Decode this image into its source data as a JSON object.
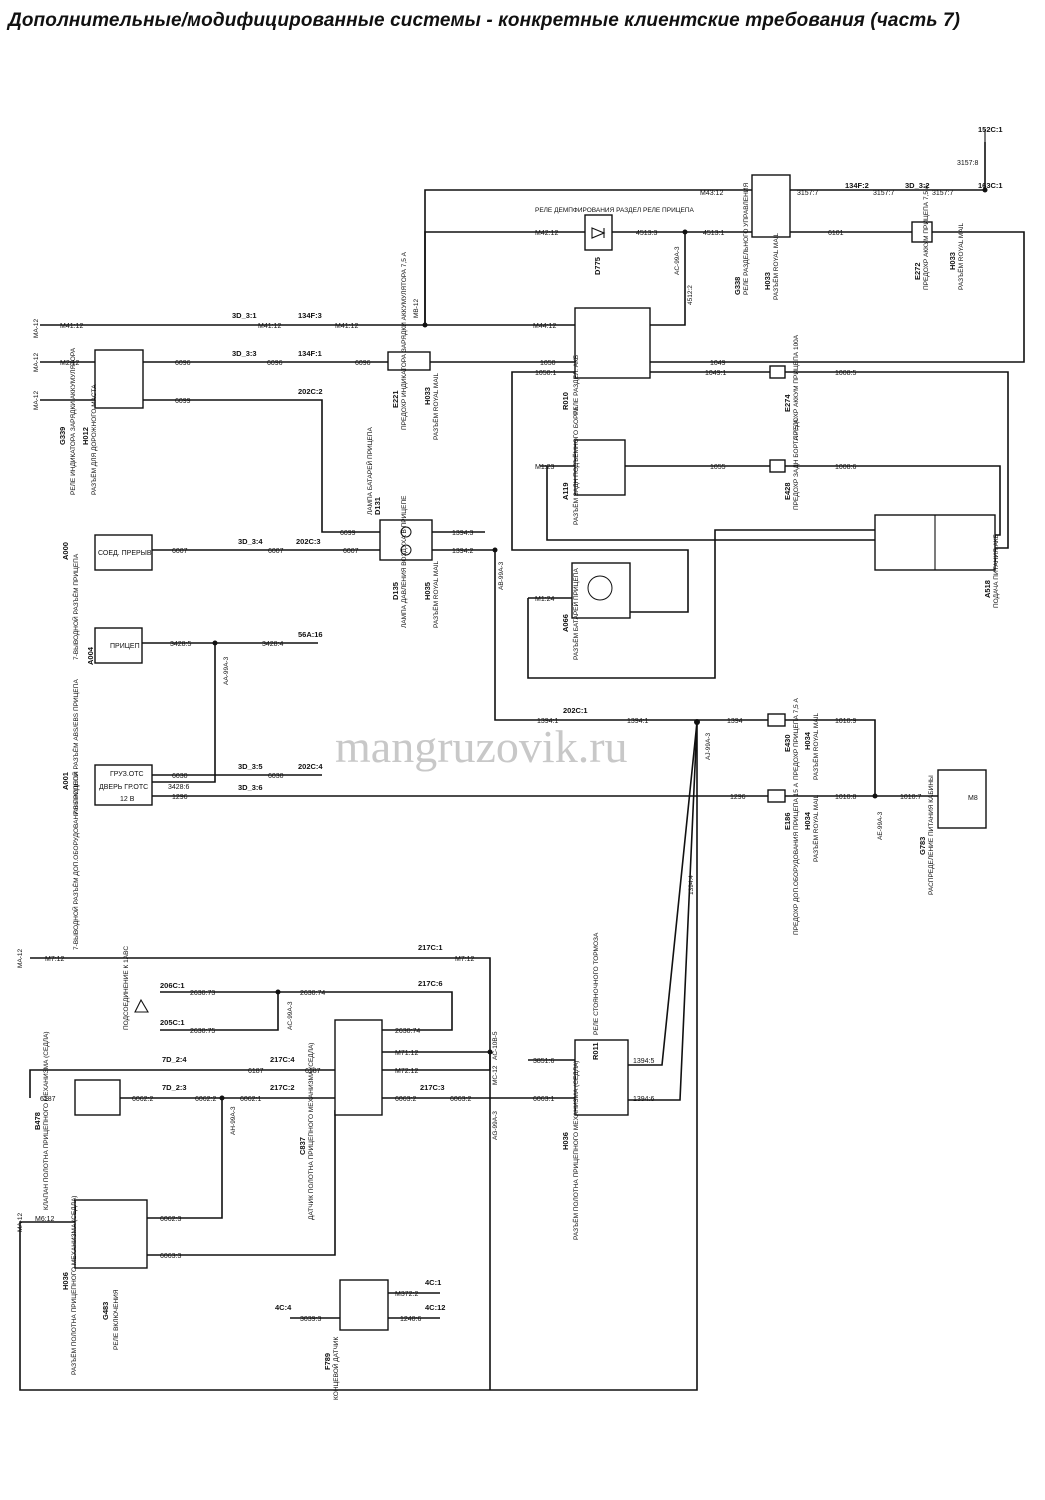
{
  "title": "Дополнительные/модифицированные системы - конкретные клиентские требования (часть 7)",
  "watermark": "mangruzovik.ru",
  "ground_labels": [
    "MA-12",
    "MA-12",
    "MA-12",
    "MA-12",
    "MA-12",
    "MB-12",
    "MC-12",
    "AC-10B-5"
  ],
  "components": {
    "G338_top": {
      "code": "G338",
      "name": "РЕЛЕ РАЗДЕЛЬНОГО УПРАВЛЕНИЯ"
    },
    "H033_top": {
      "code": "H033",
      "name": "РАЗЪЁМ ROYAL MAIL"
    },
    "E272": {
      "code": "E272",
      "name": "ПРЕДОХР АККУМ ПРИЦЕПА 7,5 А"
    },
    "D775": {
      "code": "D775",
      "name": "РЕЛЕ ДЕМПФИРОВАНИЯ РАЗДЕЛ РЕЛЕ ПРИЦЕПА"
    },
    "R010": {
      "code": "R010",
      "name": "РЕЛЕ РАЗДЕЛ. АКБ"
    },
    "G339": {
      "code": "G339",
      "name": "РЕЛЕ ИНДИКАТОРА ЗАРЯДКИ АККУМУЛЯТОРА"
    },
    "H012": {
      "code": "H012",
      "name": "РАЗЪЁМ ДЛЯ ДОРОЖНОГО МАСТА"
    },
    "E221": {
      "code": "E221",
      "name": "ПРЕДОХР ИНДИКАТОРА ЗАРЯДКИ АККУМУЛЯТОРА 7,5 А"
    },
    "H033_mid": {
      "code": "H033",
      "name": "РАЗЪЁМ ROYAL MAIL"
    },
    "E274": {
      "code": "E274",
      "name": "ПРЕДОХР АККУМ ПРИЦЕПА 100А"
    },
    "A119": {
      "code": "A119",
      "name": "РАЗЪЁМ ЗАДН ПОДЪЁМНОГО БОРТА"
    },
    "E428": {
      "code": "E428",
      "name": "ПРЕДОХР ЗАДН БОРТА 7,5 А"
    },
    "D131": {
      "code": "D131",
      "name": "ЛАМПА БАТАРЕЙ ПРИЦЕПА"
    },
    "D135": {
      "code": "D135",
      "name": "ЛАМПА ДАВЛЕНИЯ ВОЗДУХА В ПРИЦЕПЕ"
    },
    "H035": {
      "code": "H035",
      "name": "РАЗЪЁМ ROYAL MAIL"
    },
    "A518": {
      "code": "A518",
      "name": "ПОДАЧА ПИТАНИЯ АКБ"
    },
    "A000": {
      "code": "A000",
      "name": "7-ВЫВОДНОЙ РАЗЪЁМ ПРИЦЕПА",
      "inner": "СОЕД. ПРЕРЫВ"
    },
    "A066": {
      "code": "A066",
      "name": "РАЗЪЁМ БАТАРЕЙ ПРИЦЕПА"
    },
    "A004": {
      "code": "A004",
      "name": "7-ВЫВОДНОЙ РАЗЪЁМ ABS/EBS ПРИЦЕПА",
      "inner": "ПРИЦЕП"
    },
    "A001": {
      "code": "A001",
      "name": "7-ВЫВОДНОЙ РАЗЪЁМ ДОП.ОБОРУДОВАНИЯ ПРИЦЕПА",
      "rows": [
        "ГРУЗ.ОТС",
        "ДВЕРЬ ГР.ОТС",
        "12 В"
      ]
    },
    "E430": {
      "code": "E430",
      "name": "ПРЕДОХР ПРИЦЕПА 7,5 А"
    },
    "H034_top": {
      "code": "H034",
      "name": "РАЗЪЁМ ROYAL MAIL"
    },
    "E186": {
      "code": "E186",
      "name": "ПРЕДОХР ДОП.ОБОРУДОВАНИЯ ПРИЦЕПА 15 А"
    },
    "H034_bot": {
      "code": "H034",
      "name": "РАЗЪЁМ ROYAL MAIL"
    },
    "G783": {
      "code": "G783",
      "name": "РАСПРЕДЕЛЕНИЕ ПИТАНИЯ КАБИНЫ",
      "inner": "M8"
    },
    "ground_sym": {
      "name": "ПОДСОЕДИНЕНИЕ К 1ABC"
    },
    "C837": {
      "code": "C837",
      "name": "ДАТЧИК ПОЛОТНА ПРИЦЕПНОГО МЕХАНИЗМА (СЕДЛА)"
    },
    "R011": {
      "code": "R011",
      "name": "РЕЛЕ СТОЯНОЧНОГО ТОРМОЗА"
    },
    "H036_r": {
      "code": "H036",
      "name": "РАЗЪЁМ ПОЛОТНА ПРИЦЕПНОГО МЕХАНИЗМА (СЕДЛА)"
    },
    "B478": {
      "code": "B478",
      "name": "КЛАПАН ПОЛОТНА ПРИЦЕПНОГО МЕХАНИЗМА (СЕДЛА)"
    },
    "H036_l": {
      "code": "H036",
      "name": "РАЗЪЁМ ПОЛОТНА ПРИЦЕПНОГО МЕХАНИЗМА (СЕДЛА)"
    },
    "G483": {
      "code": "G483",
      "name": "РЕЛЕ ВКЛЮЧЕНИЯ"
    },
    "F789": {
      "code": "F789",
      "name": "КОНЦЕВОЙ ДАТЧИК"
    }
  },
  "connectors": {
    "c152": "152C:1",
    "c3157_v": "3157:8",
    "c163": "163C:1",
    "m43": "M43:12",
    "c3157_a": "3157:7",
    "c134f2": "134F:2",
    "c3157_b": "3157:7",
    "c3d2": "3D_3:2",
    "c3157_c": "3157:7",
    "m42": "M42:12",
    "c4513_3": "4513:3",
    "c4513_1": "4513:1",
    "c6101": "6101",
    "ac99a": "AC-99A-3",
    "c4512": "4512:2",
    "m41a": "M41:12",
    "c3d1": "3D_3:1",
    "m41b": "M41:12",
    "c134f3": "134F:3",
    "m41c": "M41:12",
    "m44": "M44:12",
    "m2": "M2:12",
    "c6096a": "6096",
    "c3d3": "3D_3:3",
    "c6096b": "6096",
    "c134f1": "134F:1",
    "c6096c": "6096",
    "c1050": "1050",
    "c1049": "1049",
    "c1050_1": "1050:1",
    "c1049_1": "1049:1",
    "c1008_5": "1008:5",
    "c6099a": "6099",
    "c202c2": "202C:2",
    "m123": "M1:23",
    "c1055": "1055",
    "c1008_6": "1008:6",
    "c6099b": "6099",
    "c1394_3": "1394:3",
    "c1394_2": "1394:2",
    "c6007a": "6007",
    "c3d4": "3D_3:4",
    "c6007b": "6007",
    "c202c3": "202C:3",
    "c6007c": "6007",
    "ab99a": "AB-99A-3",
    "m124": "M1:24",
    "c3428_5": "3428:5",
    "c3428_4": "3428:4",
    "c56a16": "56A:16",
    "aa99a": "AA-99A-3",
    "c1394_1a": "1394:1",
    "c202c1": "202C:1",
    "c1394_1b": "1394:1",
    "c1394": "1394",
    "c1010_9": "1010:9",
    "aj": "AJ-99A-3",
    "c6030a": "6030",
    "c3d5": "3D_3:5",
    "c6030b": "6030",
    "c202c4": "202C:4",
    "c3428_6": "3428:6",
    "c1296a": "1296",
    "c3d6": "3D_3:6",
    "c1296b": "1296",
    "c1010_8": "1010:8",
    "c1010_7": "1010:7",
    "ae99a": "AE-99A-3",
    "c1394_4": "1394:4",
    "m7a": "M7:12",
    "c217c1": "217C:1",
    "m7b": "M7:12",
    "c206c1": "206C:1",
    "c2630_73": "2630:73",
    "c2630_74a": "2630:74",
    "c217c6": "217C:6",
    "c205c1": "205C:1",
    "c2630_75": "2630:75",
    "c2630_74b": "2630:74",
    "m71": "M71:12",
    "m72": "M72:12",
    "c7d24": "7D_2:4",
    "c6187a": "6187",
    "c217c4": "217C:4",
    "c6187b": "6187",
    "c3851": "3851:6",
    "c1394_5": "1394:5",
    "c6187c": "6187",
    "c7d23": "7D_2:3",
    "c6062_2a": "6062:2",
    "c6062_2b": "6062:2",
    "c6062_1": "6062:1",
    "c217c2": "217C:2",
    "c6063_2a": "6063:2",
    "c217c3": "217C:3",
    "c6063_2b": "6063:2",
    "c6063_1": "6063:1",
    "c1394_6": "1394:6",
    "ah99a": "AH-99A-3",
    "ag99a": "AG-99A-3",
    "m6": "M6:12",
    "c6062_3": "6062:3",
    "c6063_3": "6063:3",
    "c4c1": "4C:1",
    "m372": "M372:2",
    "c4c4": "4C:4",
    "c3039": "3039:3",
    "c4c12": "4C:12",
    "c1240": "1240:6"
  }
}
